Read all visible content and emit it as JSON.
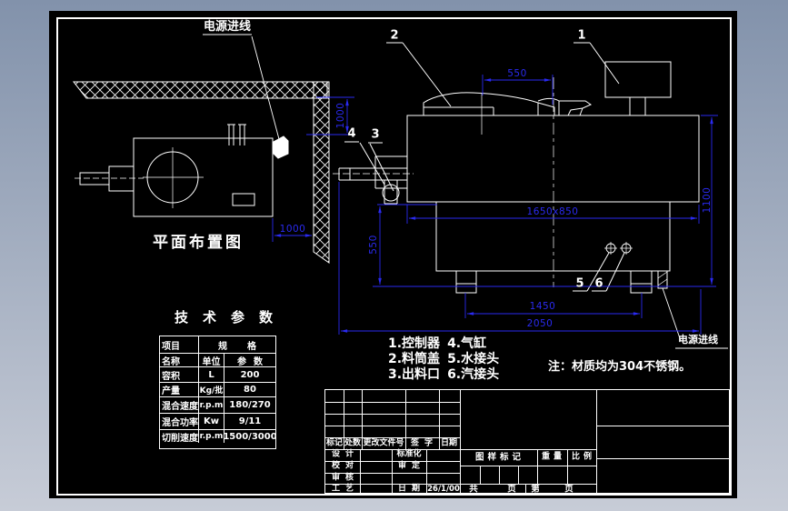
{
  "colors": {
    "dimension_blue": "#2a2af0",
    "line_white": "#ffffff",
    "canvas_black": "#000000",
    "chrome_top": "#8292ab",
    "chrome_bottom": "#c7ccd7"
  },
  "labels": {
    "power_top": "电源进线",
    "power_right": "电源进线",
    "plan_title": "平面布置图",
    "note": "注：材质均为304不锈钢。"
  },
  "callouts": {
    "c1": "1",
    "c2": "2",
    "c3": "3",
    "c4": "4",
    "c5": "5",
    "c6": "6"
  },
  "parts_list": {
    "l1a": "1.控制器",
    "l1b": "4.气缸",
    "l2a": "2.料筒盖",
    "l2b": "5.水接头",
    "l3a": "3.出料口",
    "l3b": "6.汽接头"
  },
  "dims": {
    "lid_width": "550",
    "wall_clearance": "1000",
    "plan_clearance": "1000",
    "body_size": "1650x850",
    "base_height": "550",
    "body_height": "1100",
    "feet_span": "1450",
    "overall_length": "2050"
  },
  "params_table": {
    "title": "技术参数",
    "header1": {
      "item": "项目",
      "spec": "规格"
    },
    "header2": {
      "name": "名称",
      "unit": "单位",
      "param": "参数"
    },
    "rows": [
      {
        "name": "容积",
        "unit": "L",
        "value": "200"
      },
      {
        "name": "产量",
        "unit": "Kg/批",
        "value": "80"
      },
      {
        "name": "混合速度",
        "unit": "r.p.m",
        "value": "180/270"
      },
      {
        "name": "混合功率",
        "unit": "Kw",
        "value": "9/11"
      },
      {
        "name": "切削速度",
        "unit": "r.p.m",
        "value": "1500/3000"
      }
    ]
  },
  "title_block": {
    "rev_header": {
      "mark": "标记",
      "count": "处数",
      "doc": "更改文件号",
      "sign": "签字",
      "date": "日期"
    },
    "roles": {
      "design": "设计",
      "check": "校对",
      "review": "审核",
      "process": "工艺",
      "standard": "标准化",
      "approve": "审定",
      "date_label": "日期",
      "date_value": "26/1/00"
    },
    "stamp": {
      "mark": "图样标记",
      "weight": "重量",
      "scale": "比例"
    },
    "pages": {
      "total_label": "共",
      "total_unit": "页",
      "no_label": "第",
      "no_unit": "页"
    }
  }
}
